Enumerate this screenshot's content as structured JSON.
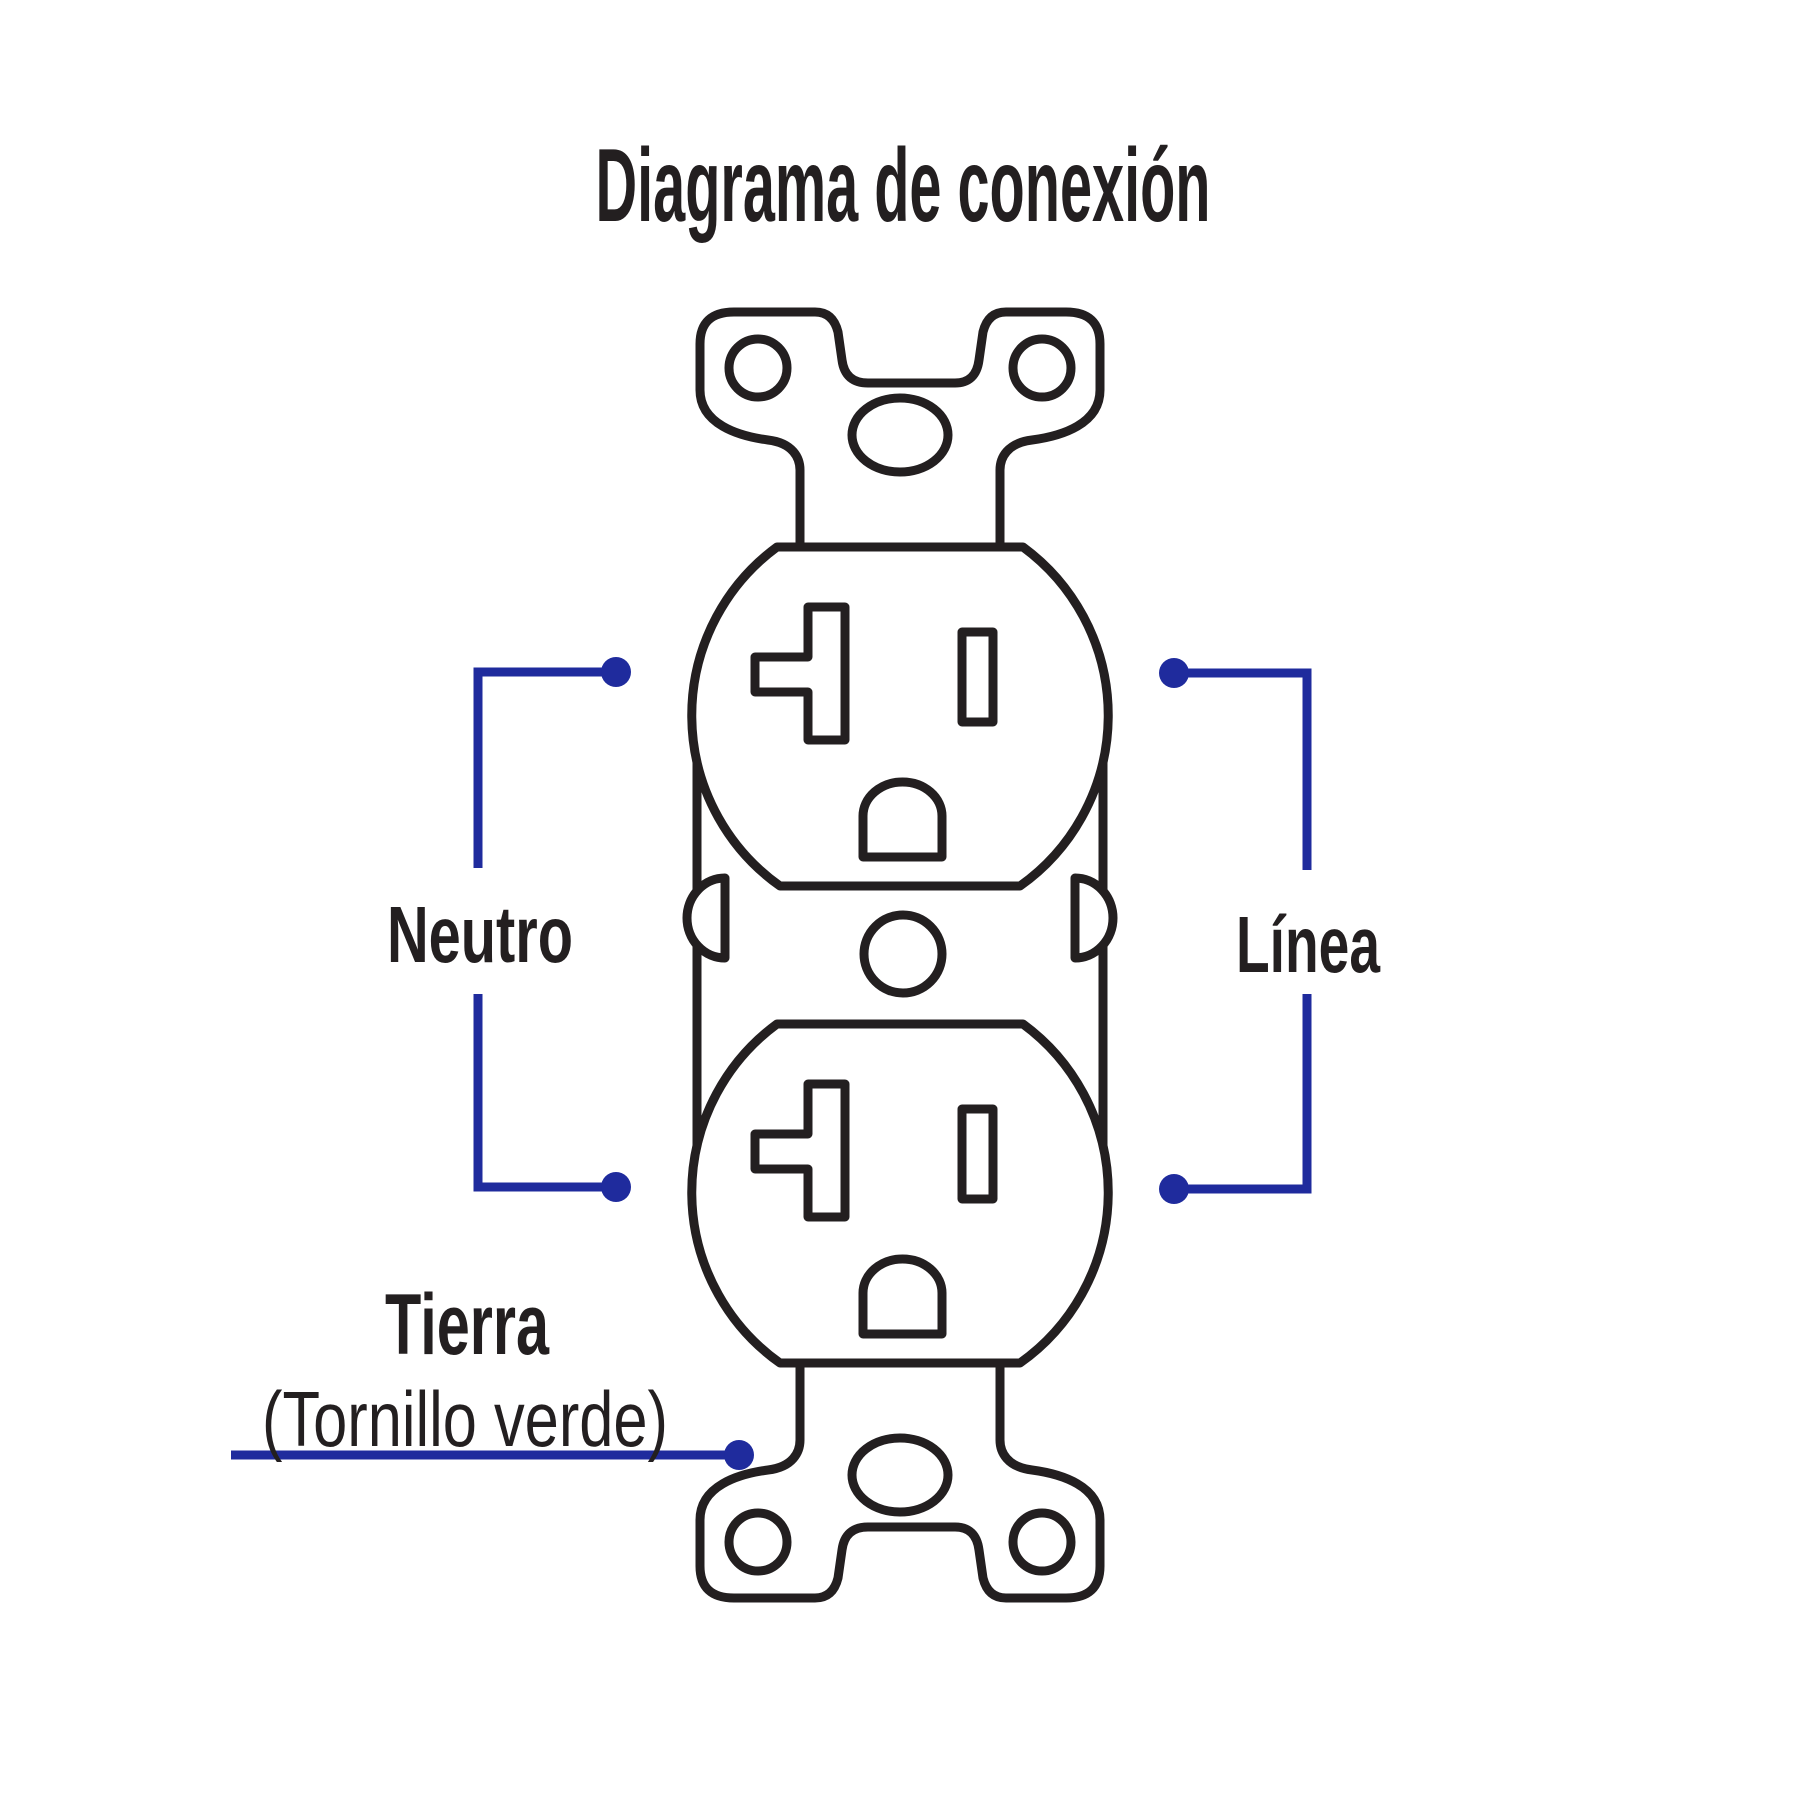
{
  "title": "Diagrama de conexión",
  "labels": {
    "neutral": "Neutro",
    "line": "Línea",
    "ground": "Tierra",
    "ground_note": "(Tornillo verde)"
  },
  "colors": {
    "outline": "#231f20",
    "accent": "#1f2b9d",
    "background": "#ffffff"
  }
}
